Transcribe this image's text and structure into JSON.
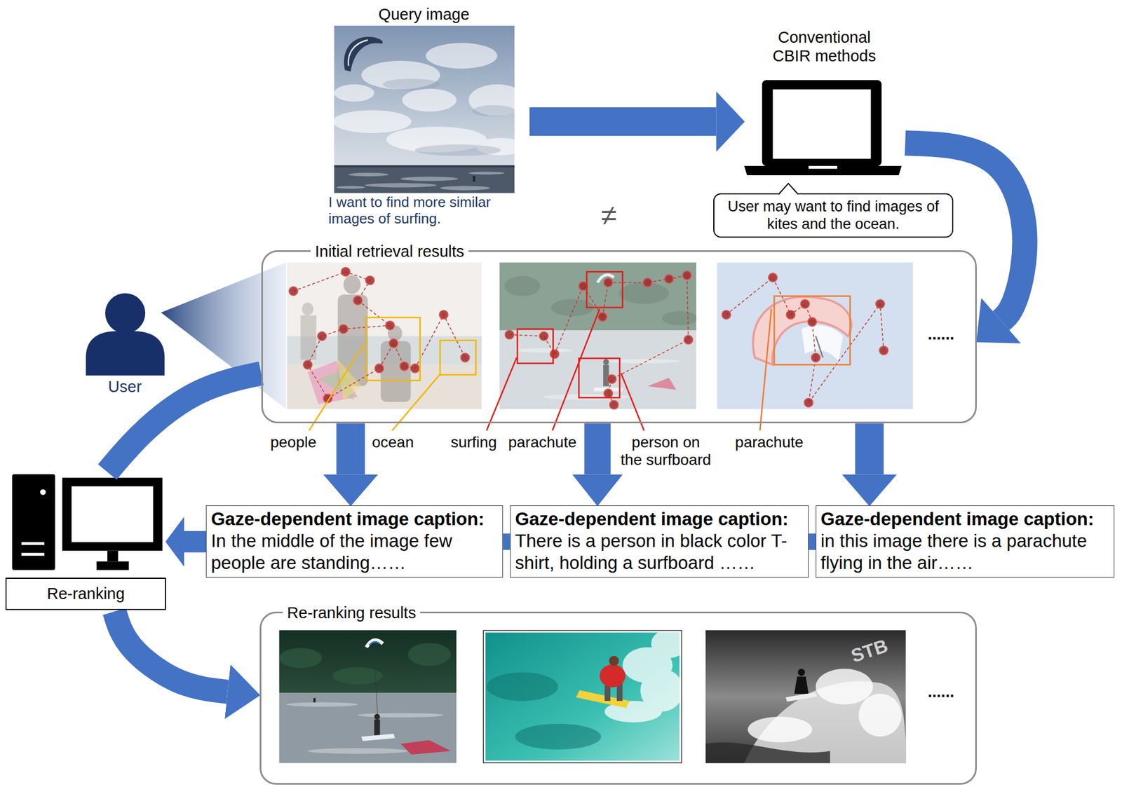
{
  "diagram": {
    "nodes": [
      {
        "text": [
          "Query image",
          "I want to find more similar images of surfing."
        ]
      },
      {
        "text": [
          "Conventional CBIR methods"
        ]
      },
      {
        "text": [
          "User may want to find images of kites and the ocean."
        ]
      },
      {
        "text": [
          "Initial retrieval results"
        ]
      },
      {
        "text": [
          "User"
        ]
      },
      {
        "text": [
          "Gaze-dependent image caption:",
          "In the middle of the image few people are standing……"
        ]
      },
      {
        "text": [
          "Gaze-dependent image caption:",
          "There is a person in black color T-shirt, holding a surfboard ……"
        ]
      },
      {
        "text": [
          "Gaze-dependent image caption:",
          "in this image there is a parachute flying in the air……"
        ]
      },
      {
        "text": [
          "Re-ranking"
        ]
      },
      {
        "text": [
          "Re-ranking results"
        ]
      }
    ],
    "edges": [
      {
        "from": 0,
        "to": 1,
        "arrow": "to"
      },
      {
        "from": 1,
        "to": 3,
        "arrow": "to"
      },
      {
        "from": 3,
        "to": 5,
        "arrow": "to"
      },
      {
        "from": 3,
        "to": 6,
        "arrow": "to"
      },
      {
        "from": 3,
        "to": 7,
        "arrow": "to"
      },
      {
        "from": 7,
        "to": 6,
        "arrow": "none"
      },
      {
        "from": 6,
        "to": 5,
        "arrow": "none"
      },
      {
        "from": 5,
        "to": 8,
        "arrow": "to"
      },
      {
        "from": 8,
        "to": 9,
        "arrow": "to"
      },
      {
        "from": 8,
        "to": 3,
        "arrow": "none"
      }
    ],
    "labels": [
      "≠",
      "people",
      "ocean",
      "surfing",
      "parachute",
      "person on the surfboard",
      "parachute",
      "......",
      "......",
      "STB"
    ]
  }
}
